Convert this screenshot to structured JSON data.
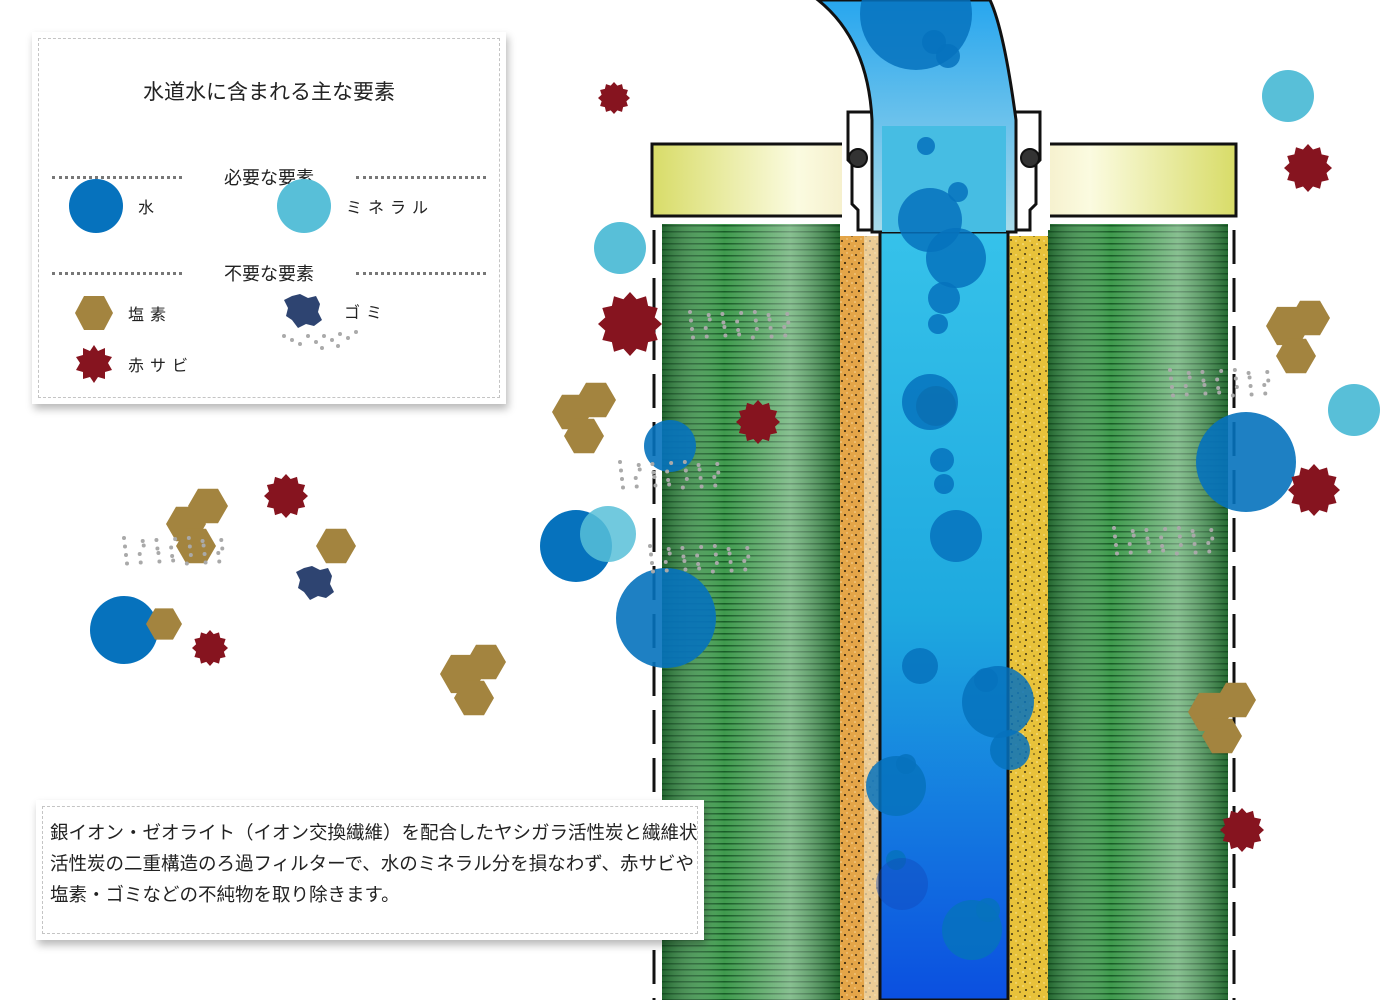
{
  "legend": {
    "title": "水道水に含まれる主な要素",
    "needed_heading": "必要な要素",
    "unneeded_heading": "不要な要素",
    "water": {
      "label": "水",
      "color": "#0672bd"
    },
    "mineral": {
      "label": "ミネラル",
      "color": "#58bfd8"
    },
    "chlorine": {
      "label": "塩素",
      "color": "#a3843f",
      "icon": "hexagon-icon"
    },
    "dust": {
      "label": "ゴミ",
      "color": "#2e4471",
      "icon": "dust-blob-icon"
    },
    "rust": {
      "label": "赤サビ",
      "color": "#86141f",
      "icon": "spiky-circle-icon"
    }
  },
  "description": {
    "text": "銀イオン・ゼオライト（イオン交換繊維）を配合したヤシガラ活性炭と繊維状活性炭の二重構造のろ過フィルターで、水のミネラル分を損なわず、赤サビや塩素・ゴミなどの不純物を取り除きます。"
  },
  "colors": {
    "fiber_carbon": "#2f8a3e",
    "coconut_carbon": "#e0a447",
    "zeolite_layer": "#e9c13a",
    "core_water": "#1fb0e0",
    "cap": "#eef0a8"
  }
}
